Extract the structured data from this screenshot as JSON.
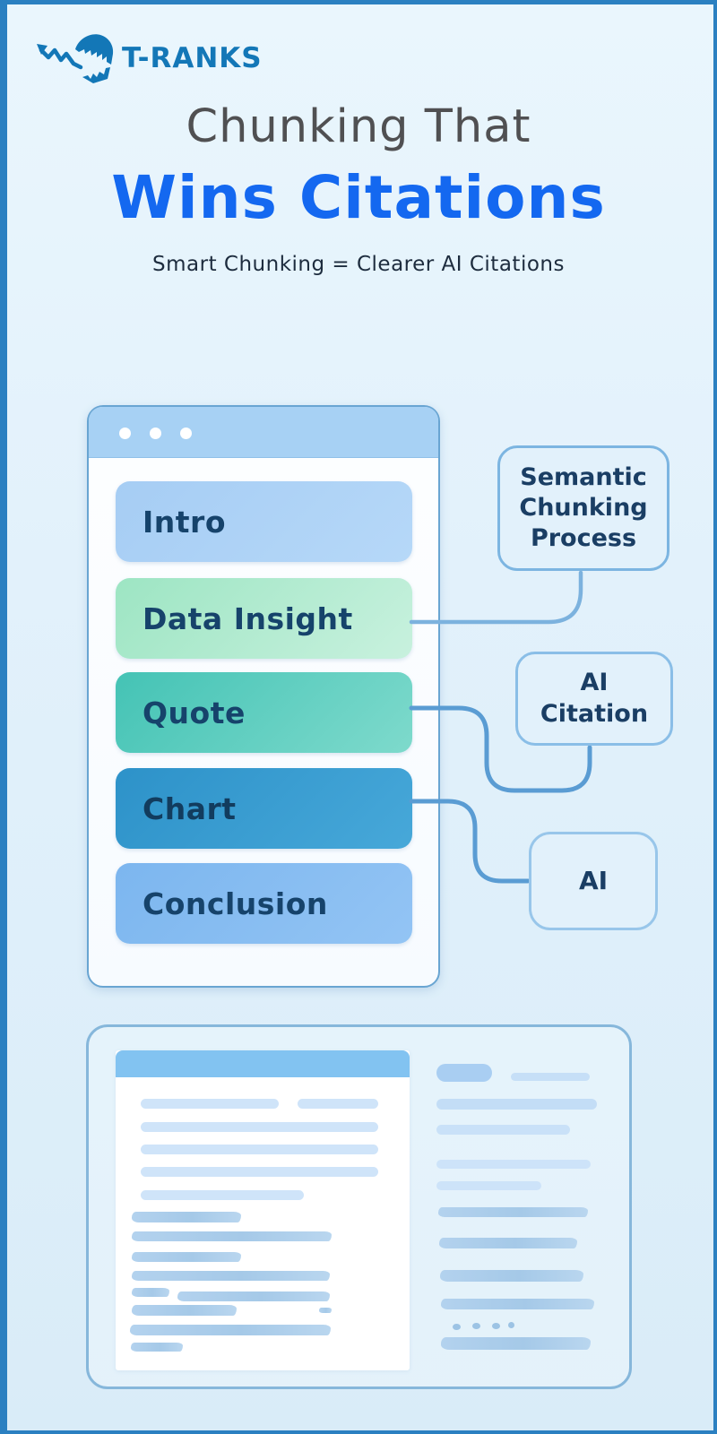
{
  "brand": {
    "logo_text": "T-RANKS"
  },
  "header": {
    "title_line1": "Chunking That",
    "title_line2": "Wins Citations",
    "subtitle": "Smart Chunking = Clearer AI Citations"
  },
  "diagram": {
    "browser": {
      "rows": [
        {
          "label": "Intro",
          "color": "#a6cdf4"
        },
        {
          "label": "Data Insight",
          "color": "#9de5c3"
        },
        {
          "label": "Quote",
          "color": "#44c3b5"
        },
        {
          "label": "Chart",
          "color": "#2d92c9"
        },
        {
          "label": "Conclusion",
          "color": "#7cb6ef"
        }
      ]
    },
    "callouts": [
      {
        "label": "Semantic Chunking Process"
      },
      {
        "label": "AI Citation"
      },
      {
        "label": "AI"
      }
    ]
  },
  "colors": {
    "frame_border": "#2b80c1",
    "page_background": "#e2f1fb",
    "brand_blue": "#1377b7",
    "title_primary": "#505052",
    "title_accent": "#1468f0",
    "text_navy": "#16436b",
    "connector": "#5a9cd3"
  }
}
